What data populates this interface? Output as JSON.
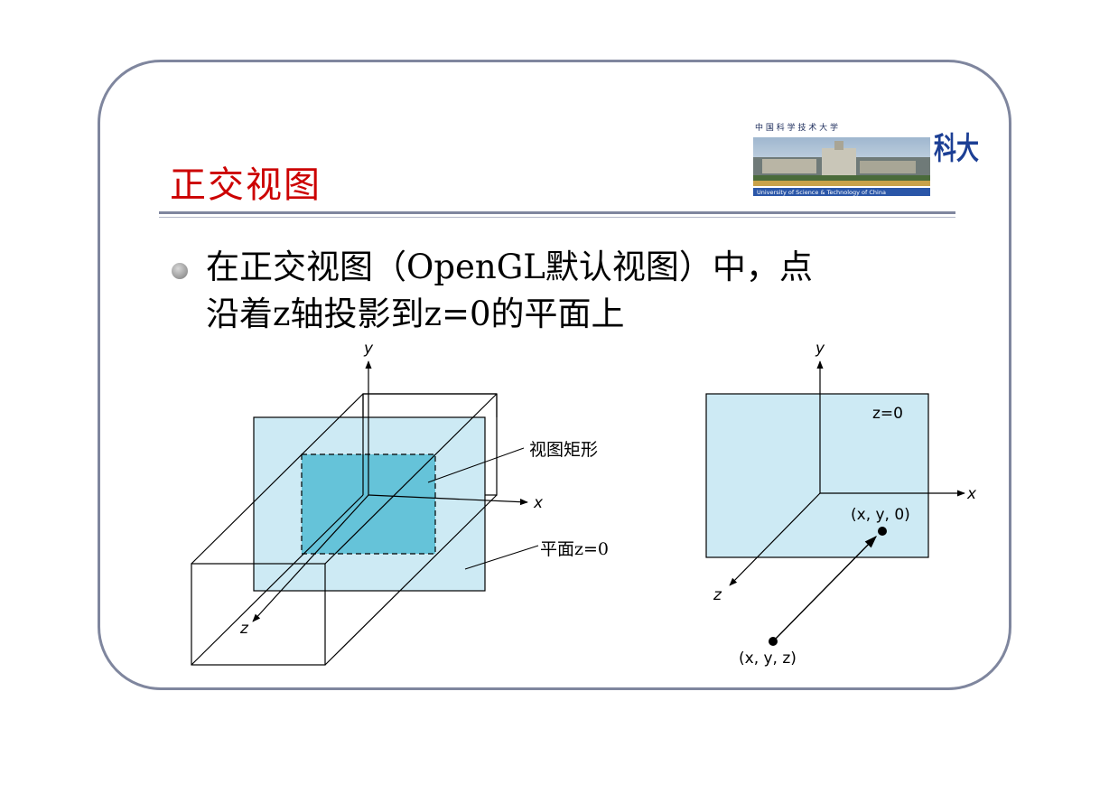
{
  "slide": {
    "title": "正交视图",
    "bullet": {
      "line1": "在正交视图（OpenGL默认视图）中，点",
      "line2": "沿着z轴投影到z=0的平面上"
    }
  },
  "logo": {
    "top_text": "中 国 科 学 技 术 大 学",
    "bottom_text": "University of Science & Technology of China",
    "emblem": "科大"
  },
  "left_diagram": {
    "axis_y": "y",
    "axis_x": "x",
    "axis_z": "z",
    "label_view_rect": "视图矩形",
    "label_plane": "平面z=0"
  },
  "right_diagram": {
    "axis_y": "y",
    "axis_x": "x",
    "axis_z": "z",
    "plane_label": "z=0",
    "projected_point": "(x, y, 0)",
    "source_point": "(x, y, z)"
  },
  "colors": {
    "title": "#cc0000",
    "frame": "#7f869e",
    "plane_fill": "#cdeaf4",
    "view_rect_fill": "#65c3d9"
  }
}
